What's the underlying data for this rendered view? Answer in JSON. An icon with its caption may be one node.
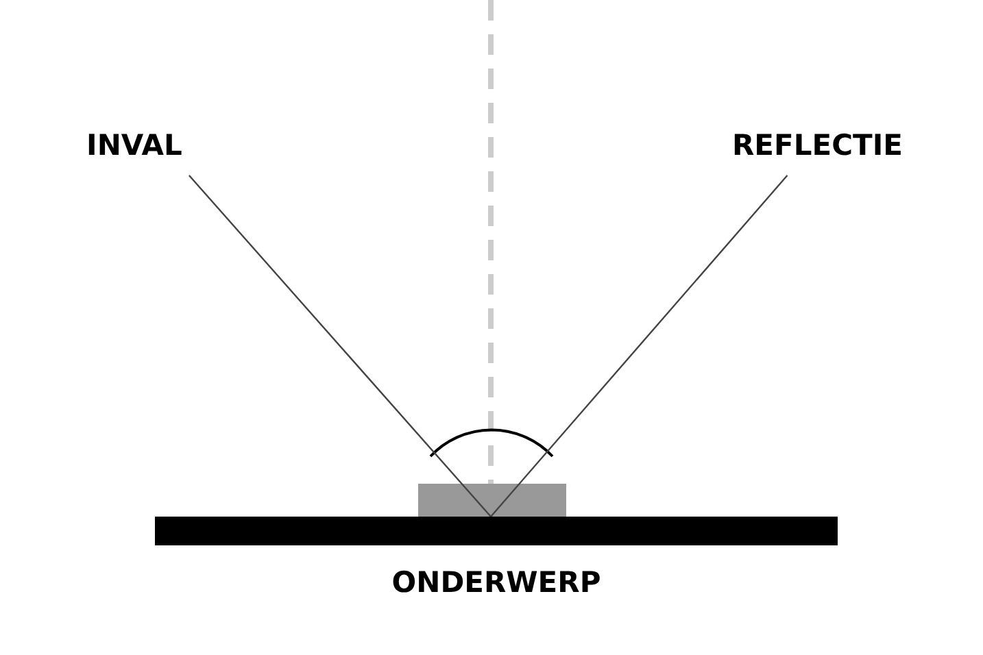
{
  "diagram": {
    "nodes": [
      {
        "text": [
          "INVAL"
        ]
      },
      {
        "text": [
          "REFLECTIE"
        ]
      },
      {
        "text": [
          "ONDERWERP"
        ]
      }
    ],
    "edges": [
      {
        "from": 0,
        "to": 2,
        "arrow": "none"
      },
      {
        "from": 2,
        "to": 1,
        "arrow": "none"
      }
    ]
  }
}
